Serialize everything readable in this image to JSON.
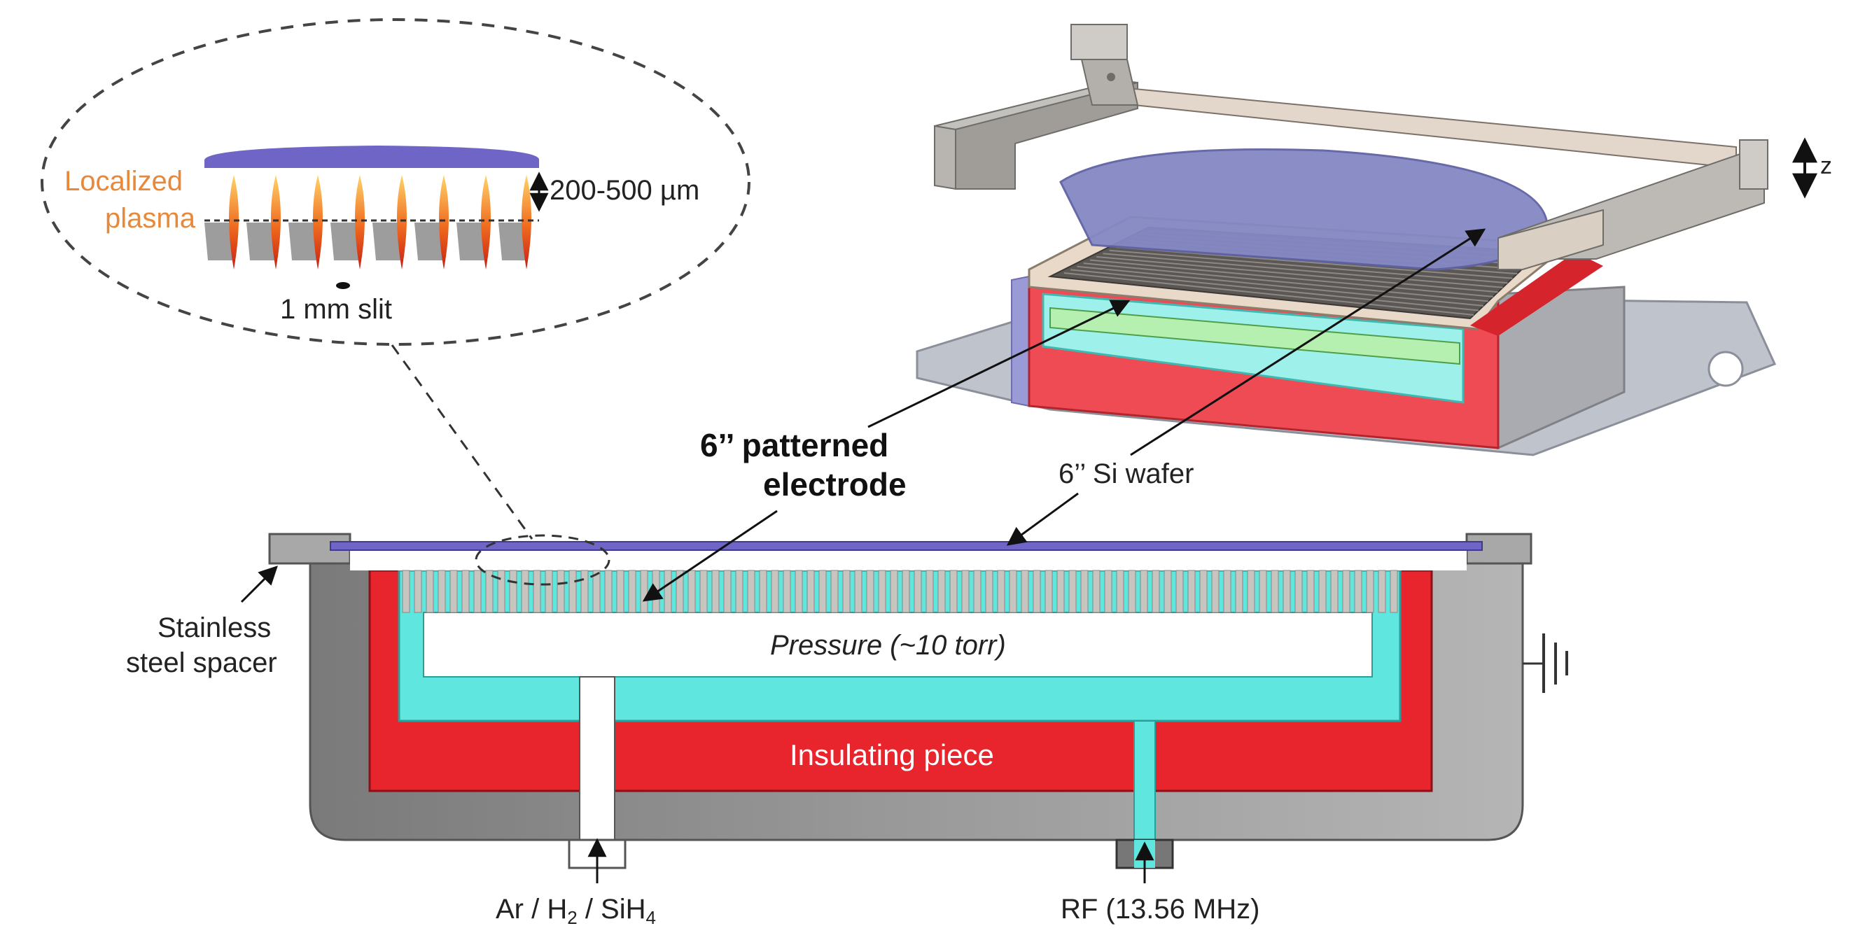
{
  "labels": {
    "localized_plasma_line1": "Localized",
    "localized_plasma_line2": "plasma",
    "gap_dimension": "200-500 µm",
    "slit_width": "1 mm slit",
    "patterned_electrode_line1": "6’’ patterned",
    "patterned_electrode_line2": "electrode",
    "si_wafer": "6’’ Si wafer",
    "spacer_line1": "Stainless",
    "spacer_line2": "steel spacer",
    "pressure": "Pressure (~10 torr)",
    "insulating_piece": "Insulating piece",
    "gas_inlet_prefix": "Ar / H",
    "gas_inlet_sub1": "2",
    "gas_inlet_mid": " / SiH",
    "gas_inlet_sub2": "4",
    "rf_source": "RF (13.56 MHz)",
    "z_axis": "z"
  },
  "colors": {
    "steel": "#8e8e8e",
    "steel_light": "#bdbdbd",
    "insulator_red": "#e8242c",
    "electrode_cyan": "#5ee6df",
    "wafer_purple": "#6f65c6",
    "plasma_orange": "#f29a2e",
    "plasma_red": "#d42a1a",
    "text_orange": "#e8893a"
  }
}
